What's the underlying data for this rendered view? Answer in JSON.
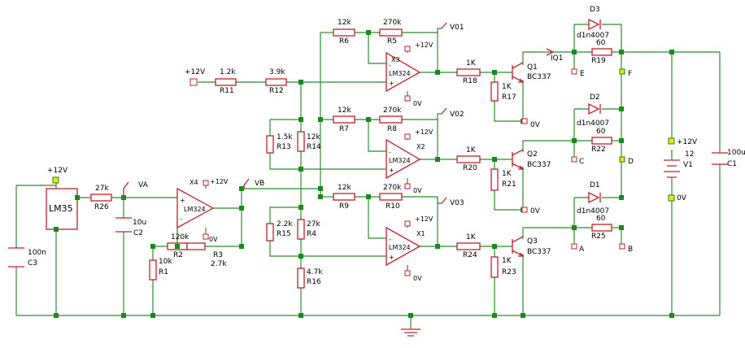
{
  "components": {
    "r11": {
      "value": "1.2k",
      "ref": "R11"
    },
    "r12": {
      "value": "3.9k",
      "ref": "R12"
    },
    "r6": {
      "value": "12k",
      "ref": "R6"
    },
    "r5": {
      "value": "270k",
      "ref": "R5"
    },
    "r7": {
      "value": "12k",
      "ref": "R7"
    },
    "r8": {
      "value": "270k",
      "ref": "R8"
    },
    "r9": {
      "value": "12k",
      "ref": "R9"
    },
    "r10": {
      "value": "270k",
      "ref": "R10"
    },
    "r13": {
      "value": "1.5k",
      "ref": "R13"
    },
    "r14": {
      "value": "12k",
      "ref": "R14"
    },
    "r15": {
      "value": "2.2k",
      "ref": "R15"
    },
    "r4": {
      "value": "27k",
      "ref": "R4"
    },
    "r16": {
      "value": "4.7k",
      "ref": "R16"
    },
    "r18": {
      "value": "1K",
      "ref": "R18"
    },
    "r20": {
      "value": "1K",
      "ref": "R20"
    },
    "r24": {
      "value": "1K",
      "ref": "R24"
    },
    "r17": {
      "value": "1K",
      "ref": "R17"
    },
    "r21": {
      "value": "1K",
      "ref": "R21"
    },
    "r23": {
      "value": "1K",
      "ref": "R23"
    },
    "r19": {
      "value": "60",
      "ref": "R19"
    },
    "r22": {
      "value": "60",
      "ref": "R22"
    },
    "r25": {
      "value": "60",
      "ref": "R25"
    },
    "r26": {
      "value": "27k",
      "ref": "R26"
    },
    "r2": {
      "value": "120k",
      "ref": "R2"
    },
    "r3": {
      "value": "2.7k",
      "ref": "R3"
    },
    "r1": {
      "value": "10k",
      "ref": "R1"
    },
    "c3": {
      "value": "100n",
      "ref": "C3"
    },
    "c2": {
      "value": "10u",
      "ref": "C2"
    },
    "c1": {
      "value": "100u",
      "ref": "C1"
    },
    "x1": {
      "name": "LM324",
      "ref": "X1"
    },
    "x2": {
      "name": "LM324",
      "ref": "X2"
    },
    "x3": {
      "name": "LM324",
      "ref": "X3"
    },
    "x4": {
      "name": "LM324",
      "ref": "X4"
    },
    "q1": {
      "ref": "Q1",
      "part": "BC337"
    },
    "q2": {
      "ref": "Q2",
      "part": "BC337"
    },
    "q3": {
      "ref": "Q3",
      "part": "BC337"
    },
    "d1": {
      "ref": "D1",
      "part": "d1n4007"
    },
    "d2": {
      "ref": "D2",
      "part": "d1n4007"
    },
    "d3": {
      "ref": "D3",
      "part": "d1n4007"
    },
    "lm35": {
      "name": "LM35"
    },
    "v1": {
      "ref": "V1",
      "value": "12"
    }
  },
  "nets": {
    "plus12": "+12V",
    "zero": "0V",
    "va": "VA",
    "vb": "VB",
    "v01": "V01",
    "v02": "V02",
    "v03": "V03",
    "iq1": "IQ1"
  },
  "terminals": {
    "e": "E",
    "f": "F",
    "c": "C",
    "d": "D",
    "a": "A",
    "b": "B"
  },
  "pin_marks": {
    "plus": "+",
    "minus": "-"
  },
  "colors": {
    "wire": "#2e8b2e",
    "component": "#c0202a",
    "node": "#1a8a1a",
    "terminal": "#f2e600"
  }
}
